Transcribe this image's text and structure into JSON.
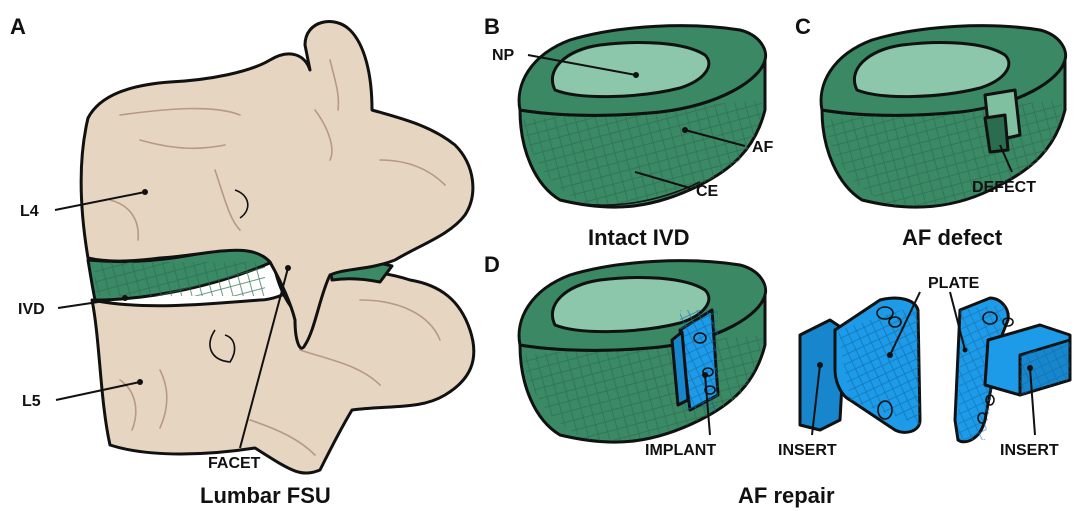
{
  "panels": {
    "A": {
      "letter": "A",
      "caption": "Lumbar FSU",
      "labels": {
        "l4": "L4",
        "ivd": "IVD",
        "l5": "L5",
        "facet": "FACET"
      }
    },
    "B": {
      "letter": "B",
      "caption": "Intact IVD",
      "labels": {
        "np": "NP",
        "af": "AF",
        "ce": "CE"
      }
    },
    "C": {
      "letter": "C",
      "caption": "AF defect",
      "labels": {
        "defect": "DEFECT"
      }
    },
    "D": {
      "letter": "D",
      "caption": "AF repair",
      "labels": {
        "implant": "IMPLANT",
        "plate": "PLATE",
        "insert_left": "INSERT",
        "insert_right": "INSERT"
      }
    }
  },
  "colors": {
    "bone": "#e6d5c0",
    "annulus": "#3b8a66",
    "nucleus": "#8cc7ab",
    "implant": "#1e9be8",
    "outline": "#111111"
  }
}
